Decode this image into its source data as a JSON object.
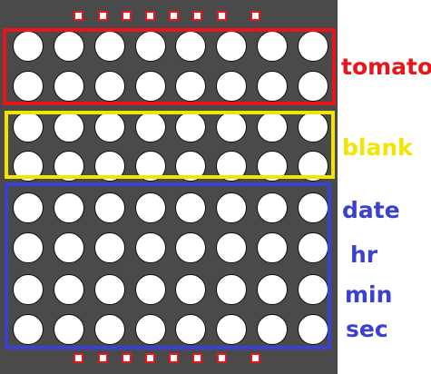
{
  "matrix": {
    "columns": 8,
    "rows": 8,
    "board_color": "#4a4a4a",
    "led_color": "#ffffff",
    "pin_count": 8
  },
  "groups": [
    {
      "id": "tomato",
      "color": "#e8151b",
      "labels": [
        "tomato"
      ]
    },
    {
      "id": "blank",
      "color": "#f2e600",
      "labels": [
        "blank"
      ]
    },
    {
      "id": "time",
      "color": "#3a40d0",
      "labels": [
        "date",
        "hr",
        "min",
        "sec"
      ]
    }
  ]
}
